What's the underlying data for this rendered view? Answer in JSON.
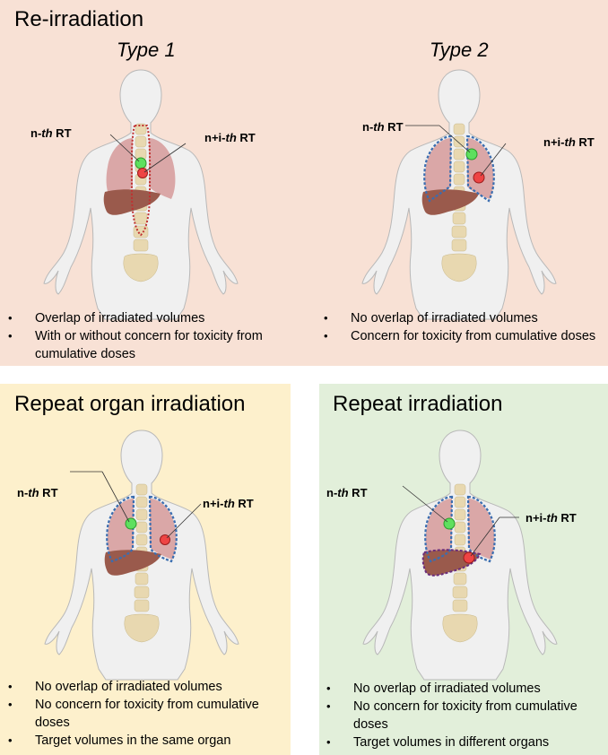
{
  "top": {
    "title": "Re-irradiation",
    "type1": {
      "label": "Type 1",
      "label_a": {
        "pre": "n-",
        "it": "th",
        "post": " RT"
      },
      "label_b": {
        "pre": "n+i-",
        "it": "th",
        "post": " RT"
      },
      "bullets": [
        "Overlap of irradiated volumes",
        "With or without concern for toxicity from cumulative doses"
      ]
    },
    "type2": {
      "label": "Type 2",
      "label_a": {
        "pre": "n-",
        "it": "th",
        "post": " RT"
      },
      "label_b": {
        "pre": "n+i-",
        "it": "th",
        "post": " RT"
      },
      "bullets": [
        "No overlap of irradiated volumes",
        "Concern for toxicity from cumulative doses"
      ]
    }
  },
  "repeat_organ": {
    "title": "Repeat organ irradiation",
    "label_a": {
      "pre": "n-",
      "it": "th",
      "post": " RT"
    },
    "label_b": {
      "pre": "n+i-",
      "it": "th",
      "post": " RT"
    },
    "bullets": [
      "No overlap of irradiated volumes",
      "No concern for toxicity from cumulative doses",
      "Target volumes in the same organ"
    ]
  },
  "repeat_irradiation": {
    "title": "Repeat irradiation",
    "label_a": {
      "pre": "n-",
      "it": "th",
      "post": " RT"
    },
    "label_b": {
      "pre": "n+i-",
      "it": "th",
      "post": " RT"
    },
    "bullets": [
      "No overlap of irradiated volumes",
      "No concern for toxicity from cumulative doses",
      "Target volumes in different organs"
    ]
  },
  "colors": {
    "panel_top": "#f8e1d5",
    "panel_repeat_organ": "#fdf0cc",
    "panel_repeat_irradiation": "#e2efda",
    "body": "#f0f0f0",
    "lung": "#d69a9a",
    "liver": "#9a5a4c",
    "spine": "#e8d8b0",
    "target_green": "#5ee05e",
    "target_red": "#ee4444",
    "dotted_blue": "#3a6db0",
    "dotted_red": "#c03030"
  }
}
